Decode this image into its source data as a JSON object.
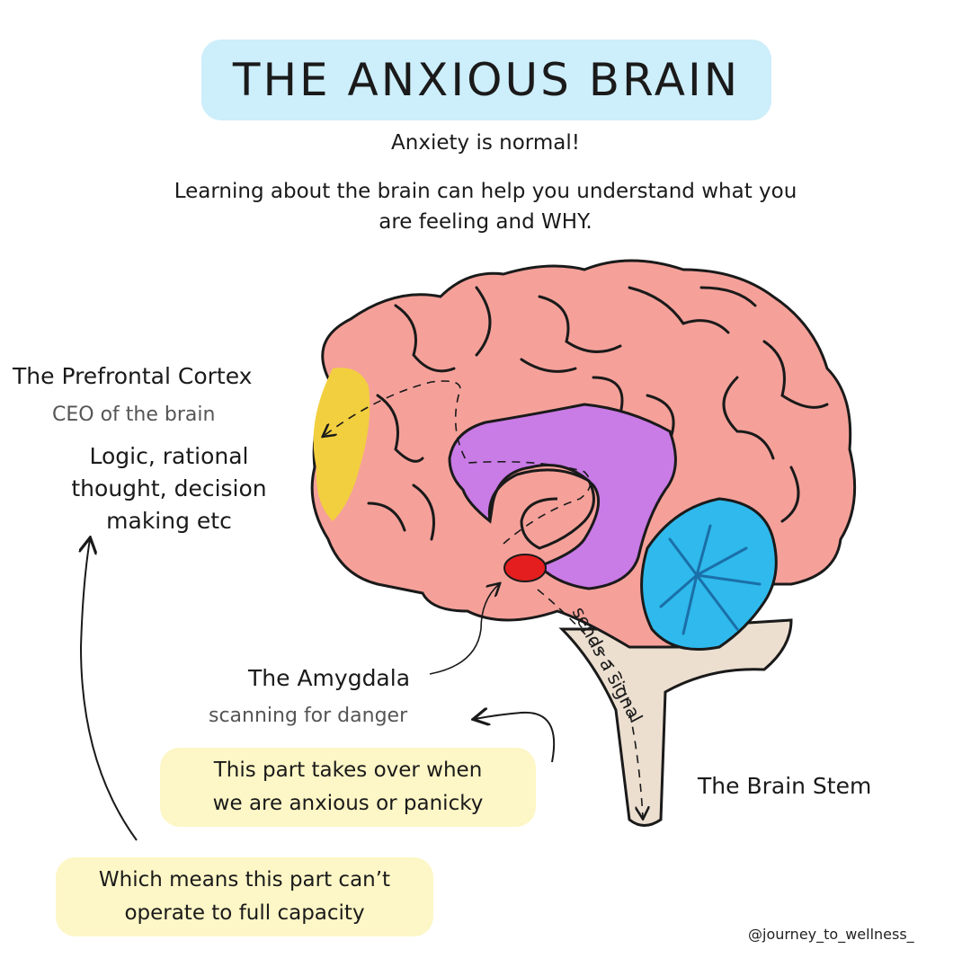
{
  "title": "THE ANXIOUS BRAIN",
  "intro": {
    "line1": "Anxiety is normal!",
    "line2": "Learning about the brain can help you understand what you",
    "line3": "are feeling and WHY."
  },
  "labels": {
    "prefrontal": {
      "name": "The Prefrontal Cortex",
      "subtitle": "CEO of the brain",
      "description": [
        "Logic, rational",
        "thought, decision",
        "making etc"
      ]
    },
    "amygdala": {
      "name": "The Amygdala",
      "subtitle": "scanning for danger"
    },
    "brainstem": {
      "name": "The Brain Stem"
    },
    "signal": "sends a signal"
  },
  "notes": {
    "amygdala_note": [
      "This part takes over when",
      "we are anxious or panicky"
    ],
    "prefrontal_note": [
      "Which means this part can’t",
      "operate to full capacity"
    ]
  },
  "credit": "@journey_to_wellness_",
  "colors": {
    "title_bg": "#cdeefb",
    "note_bg": "#fdf6c6",
    "cortex": "#f5a19a",
    "prefrontal": "#f2cf3e",
    "limbic": "#c97be6",
    "amygdala": "#e41e1e",
    "cerebellum": "#2fb9ec",
    "stem": "#ecdfd0"
  }
}
